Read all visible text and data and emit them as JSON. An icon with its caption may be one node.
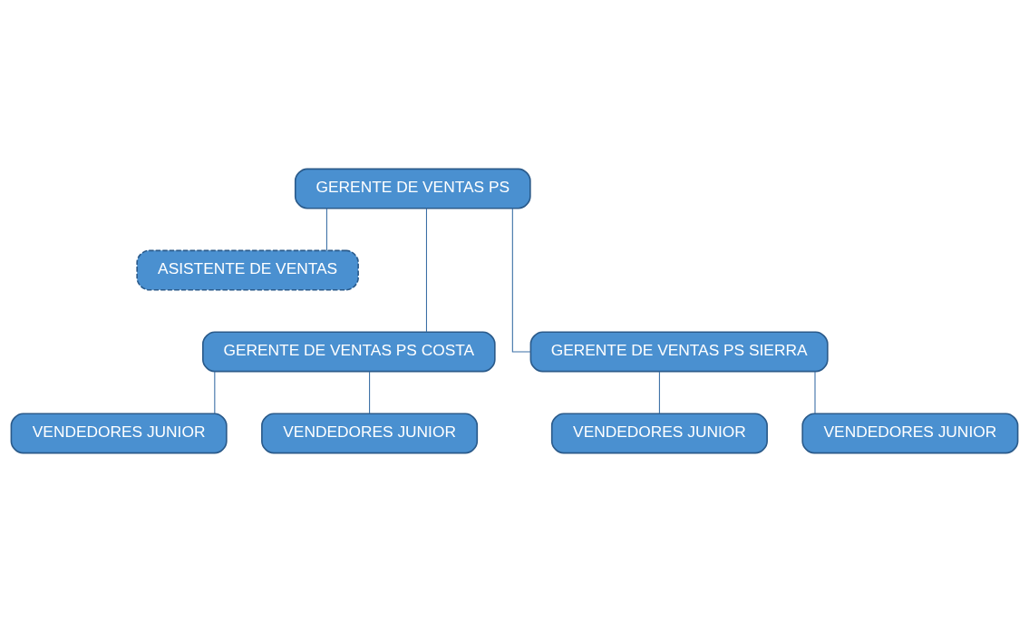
{
  "diagram": {
    "nodes": [
      {
        "text": [
          "GERENTE DE VENTAS PS"
        ]
      },
      {
        "text": [
          "ASISTENTE DE VENTAS"
        ]
      },
      {
        "text": [
          "GERENTE DE VENTAS PS COSTA"
        ]
      },
      {
        "text": [
          "GERENTE DE VENTAS PS SIERRA"
        ]
      },
      {
        "text": [
          "VENDEDORES JUNIOR"
        ]
      },
      {
        "text": [
          "VENDEDORES JUNIOR"
        ]
      },
      {
        "text": [
          "VENDEDORES JUNIOR"
        ]
      },
      {
        "text": [
          "VENDEDORES JUNIOR"
        ]
      }
    ],
    "edges": [
      {
        "from": 0,
        "to": 1,
        "arrow": "none"
      },
      {
        "from": 0,
        "to": 2,
        "arrow": "none"
      },
      {
        "from": 0,
        "to": 3,
        "arrow": "none"
      },
      {
        "from": 2,
        "to": 4,
        "arrow": "none"
      },
      {
        "from": 2,
        "to": 5,
        "arrow": "none"
      },
      {
        "from": 3,
        "to": 6,
        "arrow": "none"
      },
      {
        "from": 3,
        "to": 7,
        "arrow": "none"
      }
    ]
  }
}
